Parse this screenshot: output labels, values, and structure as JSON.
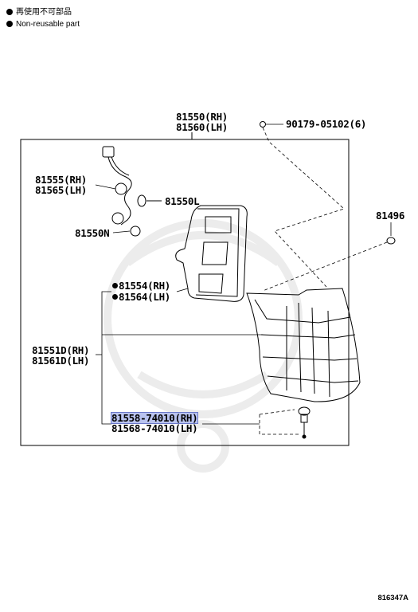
{
  "legend": {
    "line1": "再使用不可部品",
    "line2": "Non-reusable part"
  },
  "parts": {
    "assy_rh": "81550(RH)",
    "assy_lh": "81560(LH)",
    "screw": "90179-05102(6)",
    "wire_rh": "81555(RH)",
    "wire_lh": "81565(LH)",
    "bulb_l": "81550L",
    "clip": "81496",
    "bulb_n": "81550N",
    "gasket_rh": "81554(RH)",
    "gasket_lh": "81564(LH)",
    "lens_rh": "81551D(RH)",
    "lens_lh": "81561D(LH)",
    "socket_rh": "81558-74010(RH)",
    "socket_lh": "81568-74010(LH)"
  },
  "figure_code": "816347A"
}
